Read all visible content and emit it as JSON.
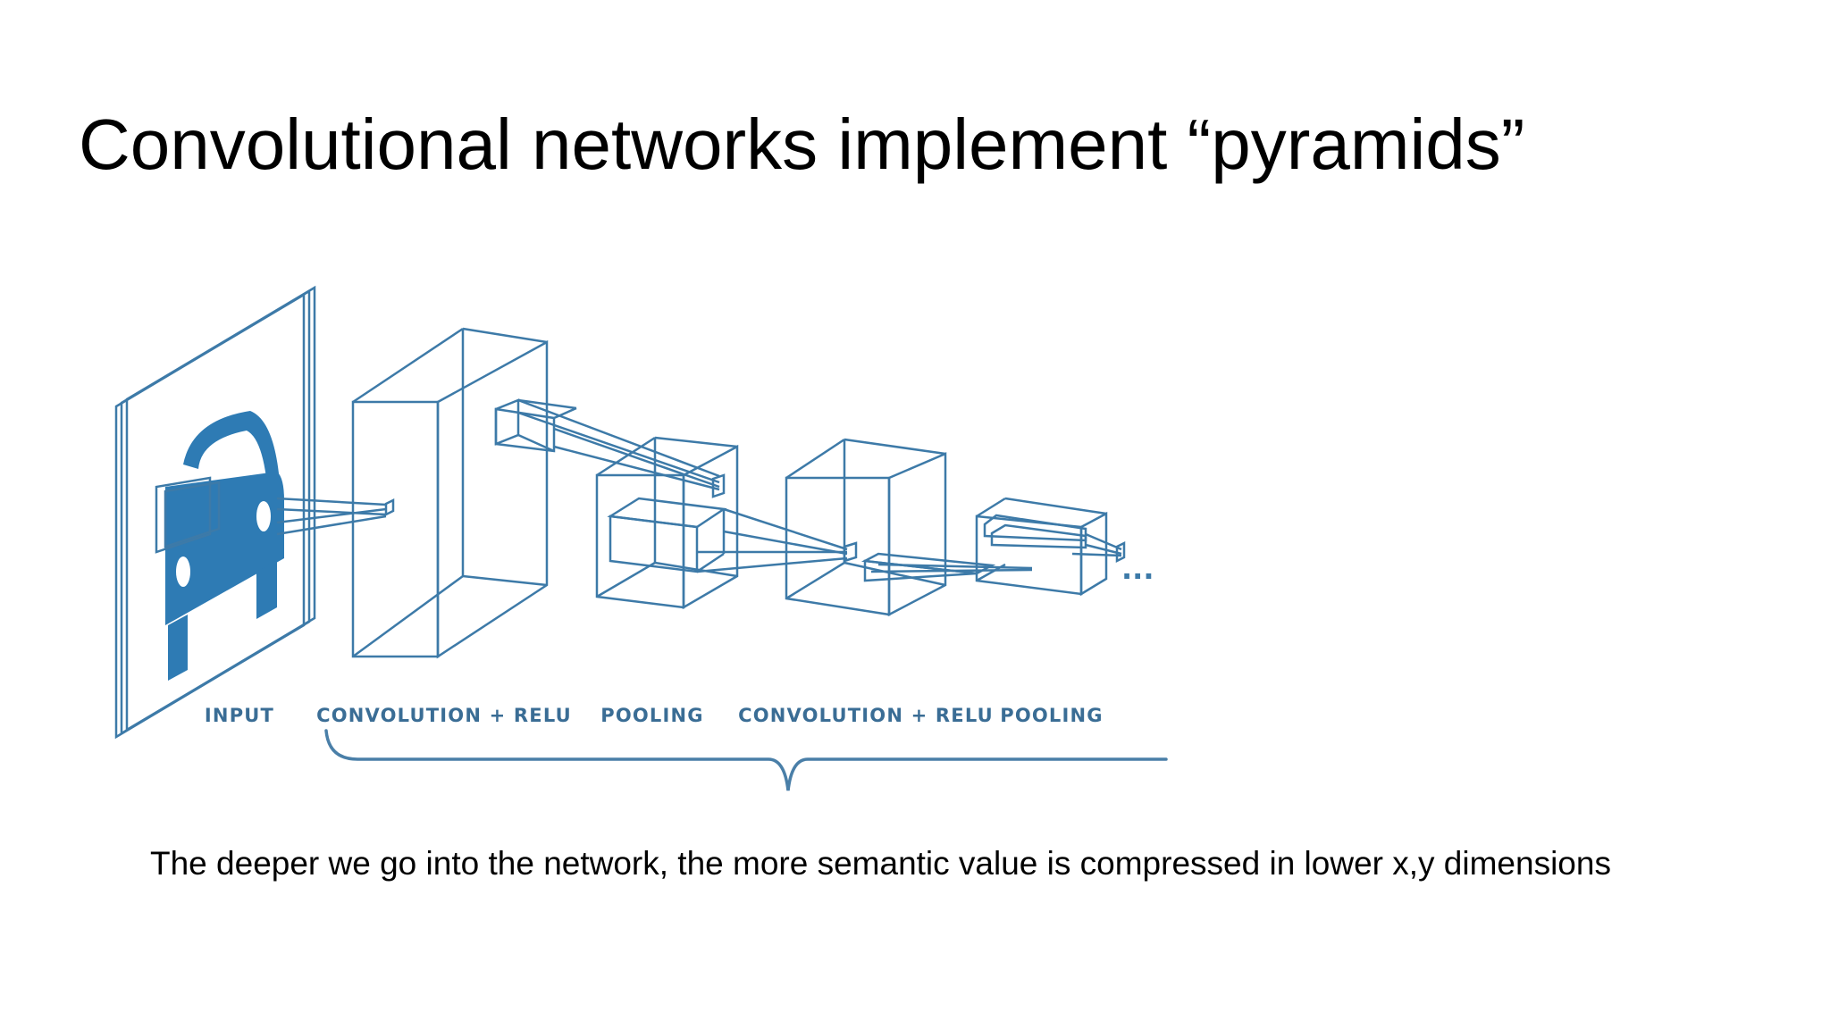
{
  "slide": {
    "title": "Convolutional networks implement “pyramids”",
    "caption": "The deeper we go into the network, the more semantic value is compressed in lower x,y dimensions"
  },
  "diagram": {
    "stages": [
      {
        "id": "input",
        "label": "INPUT"
      },
      {
        "id": "conv1",
        "label": "CONVOLUTION + RELU"
      },
      {
        "id": "pool1",
        "label": "POOLING"
      },
      {
        "id": "conv2",
        "label": "CONVOLUTION + RELU"
      },
      {
        "id": "pool2",
        "label": "POOLING"
      }
    ],
    "continuation": "...",
    "colors": {
      "line": "#3d7aa8",
      "fill": "#2e7bb4",
      "label": "#3a6d95"
    }
  }
}
